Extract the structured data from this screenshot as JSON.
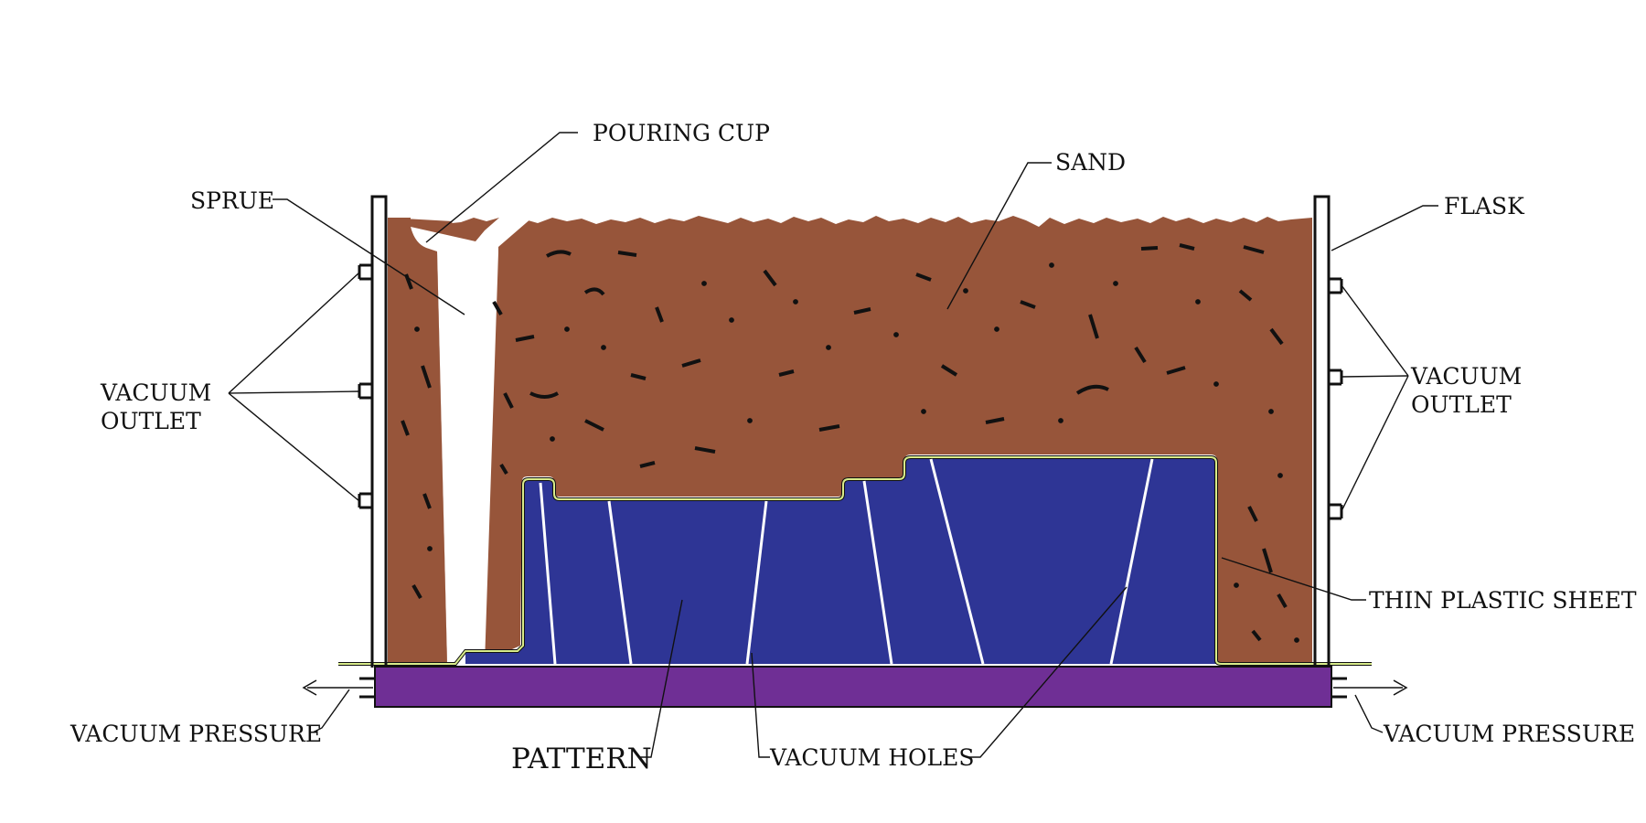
{
  "diagram": {
    "labels": {
      "pouring_cup": "POURING CUP",
      "sprue": "SPRUE",
      "sand": "SAND",
      "flask": "FLASK",
      "vacuum_outlet_left_line1": "VACUUM",
      "vacuum_outlet_left_line2": "OUTLET",
      "vacuum_outlet_right_line1": "VACUUM",
      "vacuum_outlet_right_line2": "OUTLET",
      "thin_plastic_sheet": "THIN PLASTIC SHEET",
      "vacuum_pressure_left": "VACUUM PRESSURE",
      "vacuum_pressure_right": "VACUUM PRESSURE",
      "pattern": "PATTERN",
      "vacuum_holes": "VACUUM HOLES"
    },
    "colors": {
      "sand": "#97553a",
      "pattern": "#2e3595",
      "base_plate": "#6f2f95",
      "plastic_sheet": "#d8eb8a",
      "flask": "#111111",
      "vacuum_hole": "#ffffff"
    }
  }
}
